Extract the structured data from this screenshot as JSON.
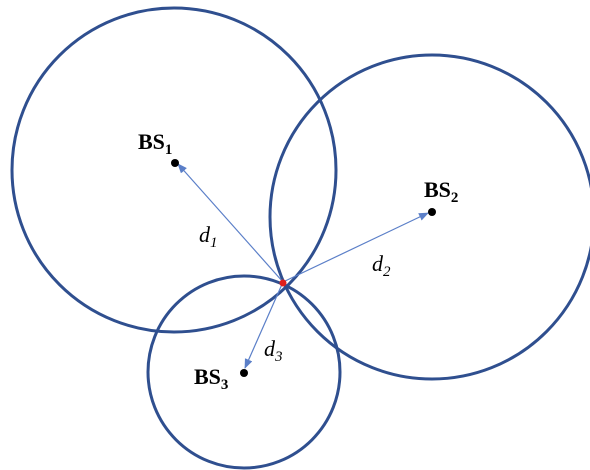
{
  "colors": {
    "circle_stroke": "#2f4f8f",
    "vector_stroke": "#5b7fc8",
    "station_dot": "#000000",
    "target_dot": "#e0201b",
    "text": "#000000"
  },
  "stations": [
    {
      "id": "bs1",
      "label_main": "BS",
      "label_sub": "1"
    },
    {
      "id": "bs2",
      "label_main": "BS",
      "label_sub": "2"
    },
    {
      "id": "bs3",
      "label_main": "BS",
      "label_sub": "3"
    }
  ],
  "distances": [
    {
      "id": "d1",
      "label_main": "d",
      "label_sub": "1"
    },
    {
      "id": "d2",
      "label_main": "d",
      "label_sub": "2"
    },
    {
      "id": "d3",
      "label_main": "d",
      "label_sub": "3"
    }
  ]
}
